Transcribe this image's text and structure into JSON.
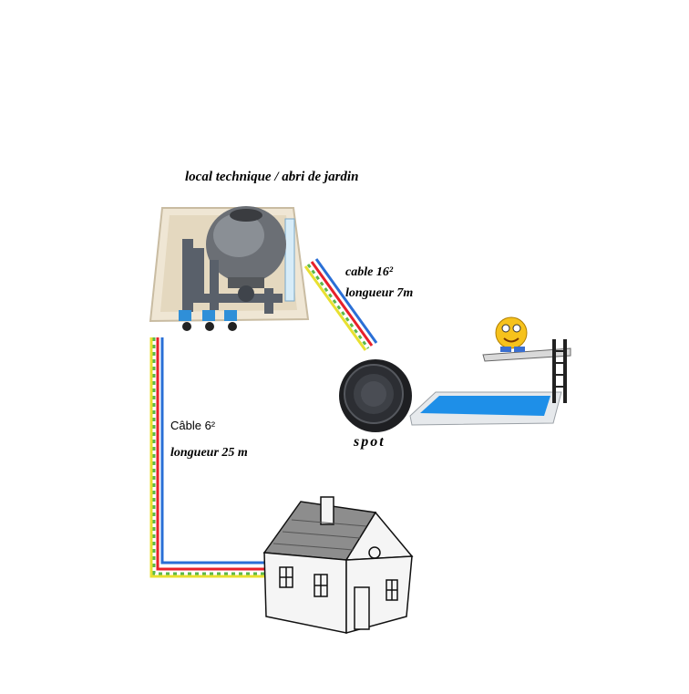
{
  "title": "local technique / abri de jardin",
  "cable_spot": {
    "line1": "cable 16²",
    "line2": "longueur 7m"
  },
  "cable_house": {
    "line1": "Câble 6²",
    "line2": "longueur 25 m"
  },
  "spot_label": "spot",
  "colors": {
    "wire_red": "#e8202a",
    "wire_blue": "#2a6fd6",
    "wire_yellow": "#e8e030",
    "wire_green": "#5cb84a",
    "pool_water": "#1e8fe8",
    "box": "#efe6d4"
  }
}
